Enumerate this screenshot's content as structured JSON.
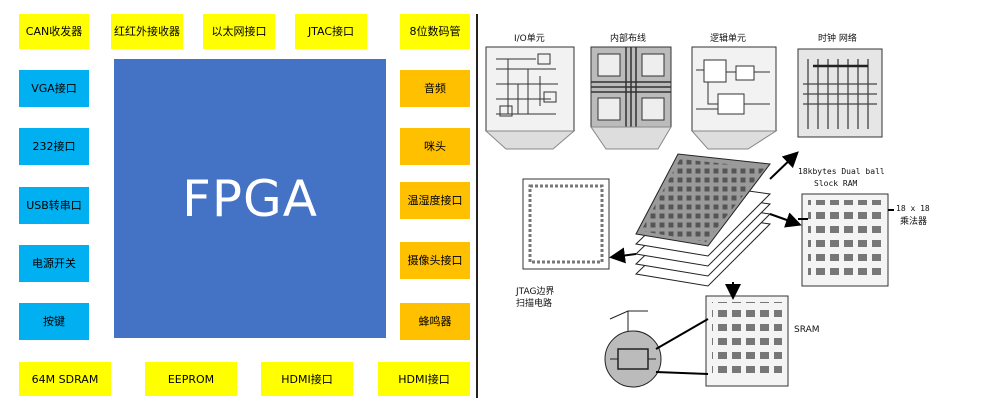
{
  "left": {
    "center_label": "FPGA",
    "top": [
      "CAN收发器",
      "红红外接收器",
      "以太网接口",
      "JTAC接口",
      "8位数码管"
    ],
    "left_side": [
      "VGA接口",
      "232接口",
      "USB转串口",
      "电源开关",
      "按键"
    ],
    "right_side": [
      "音频",
      "咪头",
      "温湿度接口",
      "摄像头接口",
      "蜂鸣器"
    ],
    "bottom": [
      "64M SDRAM",
      "EEPROM",
      "HDMI接口",
      "HDMI接口"
    ],
    "colors": {
      "yellow": "#ffff00",
      "cyan": "#00b0f0",
      "orange": "#ffc000",
      "fpga": "#4472c4"
    }
  },
  "right": {
    "labels": {
      "io": "I/O单元",
      "routing": "内部布线",
      "logic": "逻辑单元",
      "clock": "时钟 网络",
      "bram": "18kbytes Dual ball",
      "bram2": "Slock RAM",
      "mult": "18 x 18",
      "mult2": "乘法器",
      "jtag": "JTAG边界",
      "jtag2": "扫描电路",
      "sram": "SRAM"
    }
  }
}
